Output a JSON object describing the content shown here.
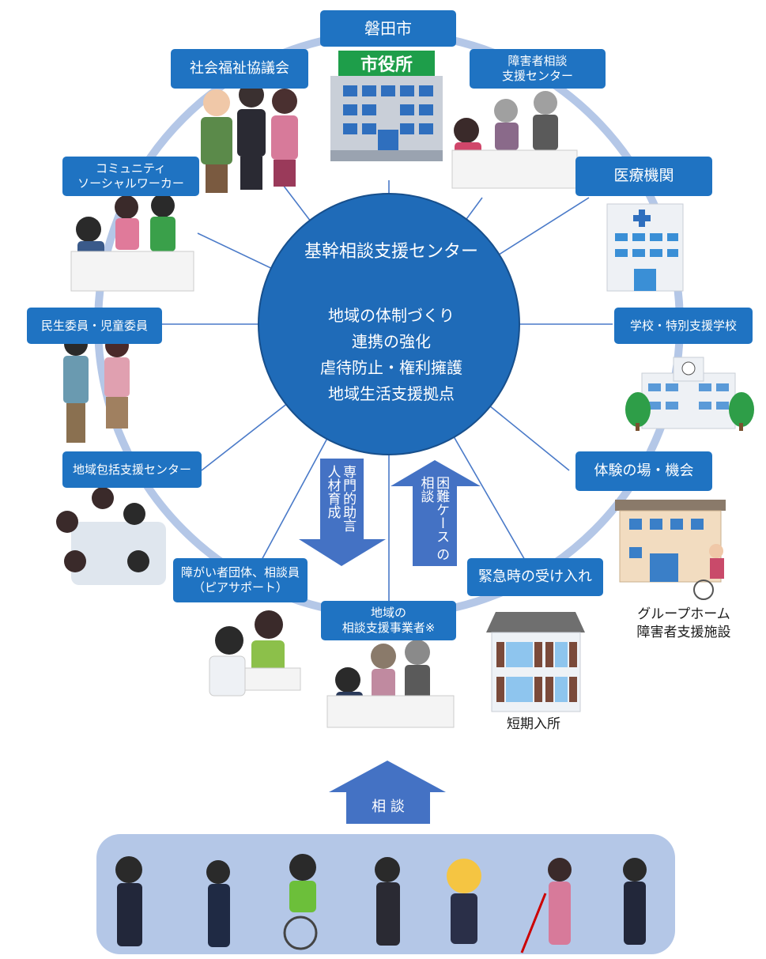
{
  "center": {
    "title": "基幹相談支援センター",
    "items": [
      "地域の体制づくり",
      "連携の強化",
      "虐待防止・権利擁護",
      "地域生活支援拠点"
    ]
  },
  "nodes": {
    "city": "磐田市",
    "city_hall_sign": "市役所",
    "welfare_council": "社会福祉協議会",
    "disability_center": "障害者相談\n支援センター",
    "community_worker": "コミュニティ\nソーシャルワーカー",
    "medical": "医療機関",
    "welfare_commissioner": "民生委員・児童委員",
    "school": "学校・特別支援学校",
    "regional_center": "地域包括支援センター",
    "experience": "体験の場・機会",
    "disability_groups": "障がい者団体、相談員\n（ピアサポート）",
    "emergency": "緊急時の受け入れ",
    "local_providers": "地域の\n相談支援事業者※"
  },
  "arrows": {
    "down": "専門的助言\n人材育成",
    "up": "困難ケース\nの相談",
    "consult": "相 談"
  },
  "captions": {
    "group_home": "グループホーム\n障害者支援施設",
    "short_stay": "短期入所"
  },
  "colors": {
    "label_blue": "#1f73c2",
    "arrow_blue": "#4472c4",
    "ring": "#b4c7e7",
    "people_panel": "#b4c7e7"
  }
}
